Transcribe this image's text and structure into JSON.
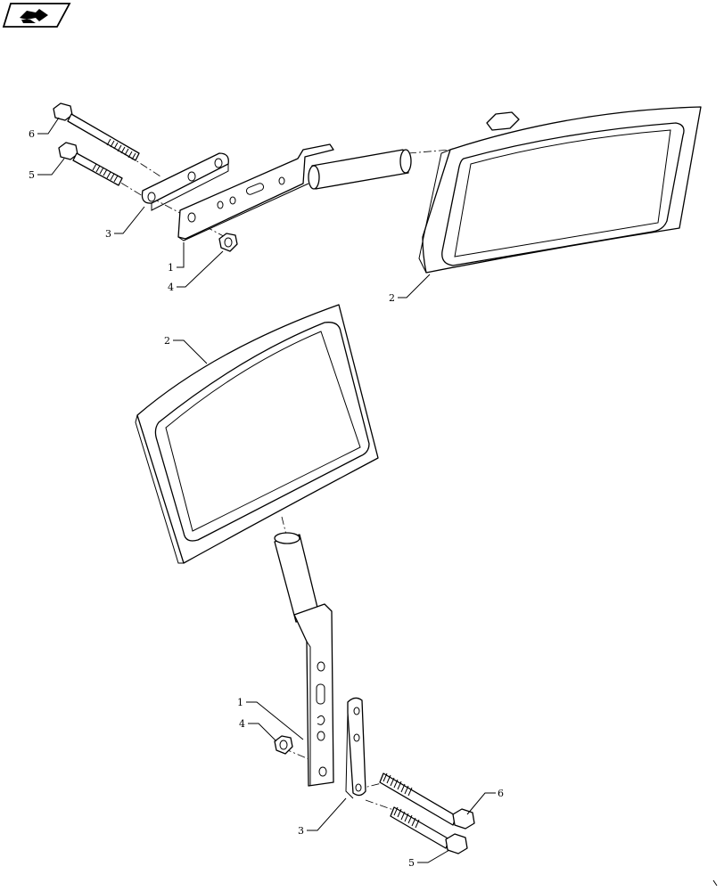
{
  "nav_icon": {
    "icon": "forward-arrow-icon"
  },
  "callouts": {
    "top": {
      "c1": "1",
      "c2": "2",
      "c3": "3",
      "c4": "4",
      "c5": "5",
      "c6": "6"
    },
    "bottom": {
      "c1": "1",
      "c2a": "2",
      "c3": "3",
      "c4": "4",
      "c5": "5",
      "c6": "6"
    }
  }
}
